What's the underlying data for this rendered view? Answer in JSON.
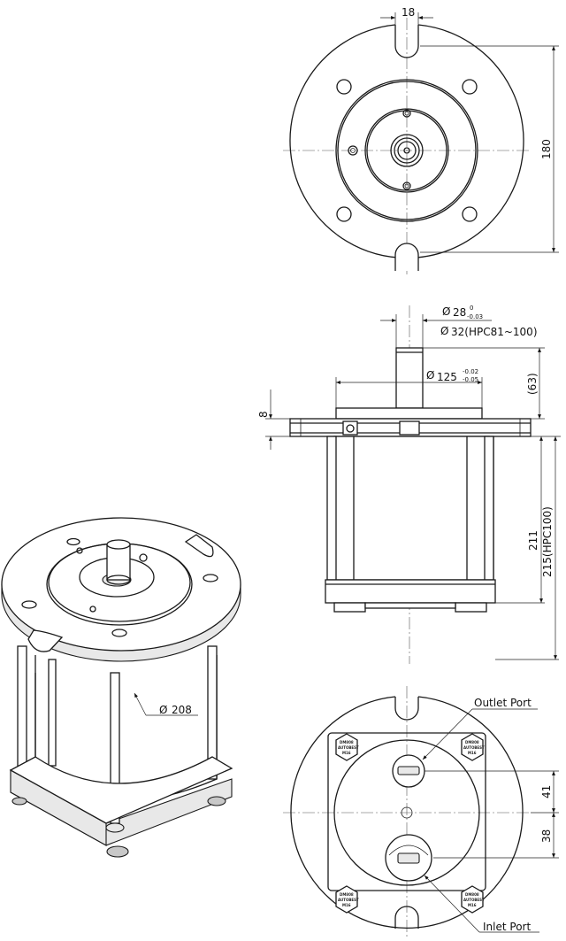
{
  "top_view": {
    "dim_slot_width": "18",
    "dim_height": "180"
  },
  "side_view": {
    "dim_shaft_diameter": "28",
    "dim_shaft_tol_upper": "0",
    "dim_shaft_tol_lower": "-0.03",
    "dim_shaft_diameter_alt": "32(HPC81~100)",
    "dim_pilot_diameter": "125",
    "dim_pilot_tol_upper": "-0.02",
    "dim_pilot_tol_lower": "-0.05",
    "dim_shaft_length": "(63)",
    "dim_flange_thickness": "8",
    "dim_body_length": "211",
    "dim_body_length_alt": "215(HPC100)"
  },
  "iso_view": {
    "dim_body_diameter": "208"
  },
  "bottom_view": {
    "outlet_label": "Outlet Port",
    "inlet_label": "Inlet Port",
    "dim_outlet_offset": "41",
    "dim_inlet_offset": "38",
    "nut_text_line1": "DM808",
    "nut_text_line2": "AUTOBEST",
    "nut_text_line3": "M16"
  }
}
